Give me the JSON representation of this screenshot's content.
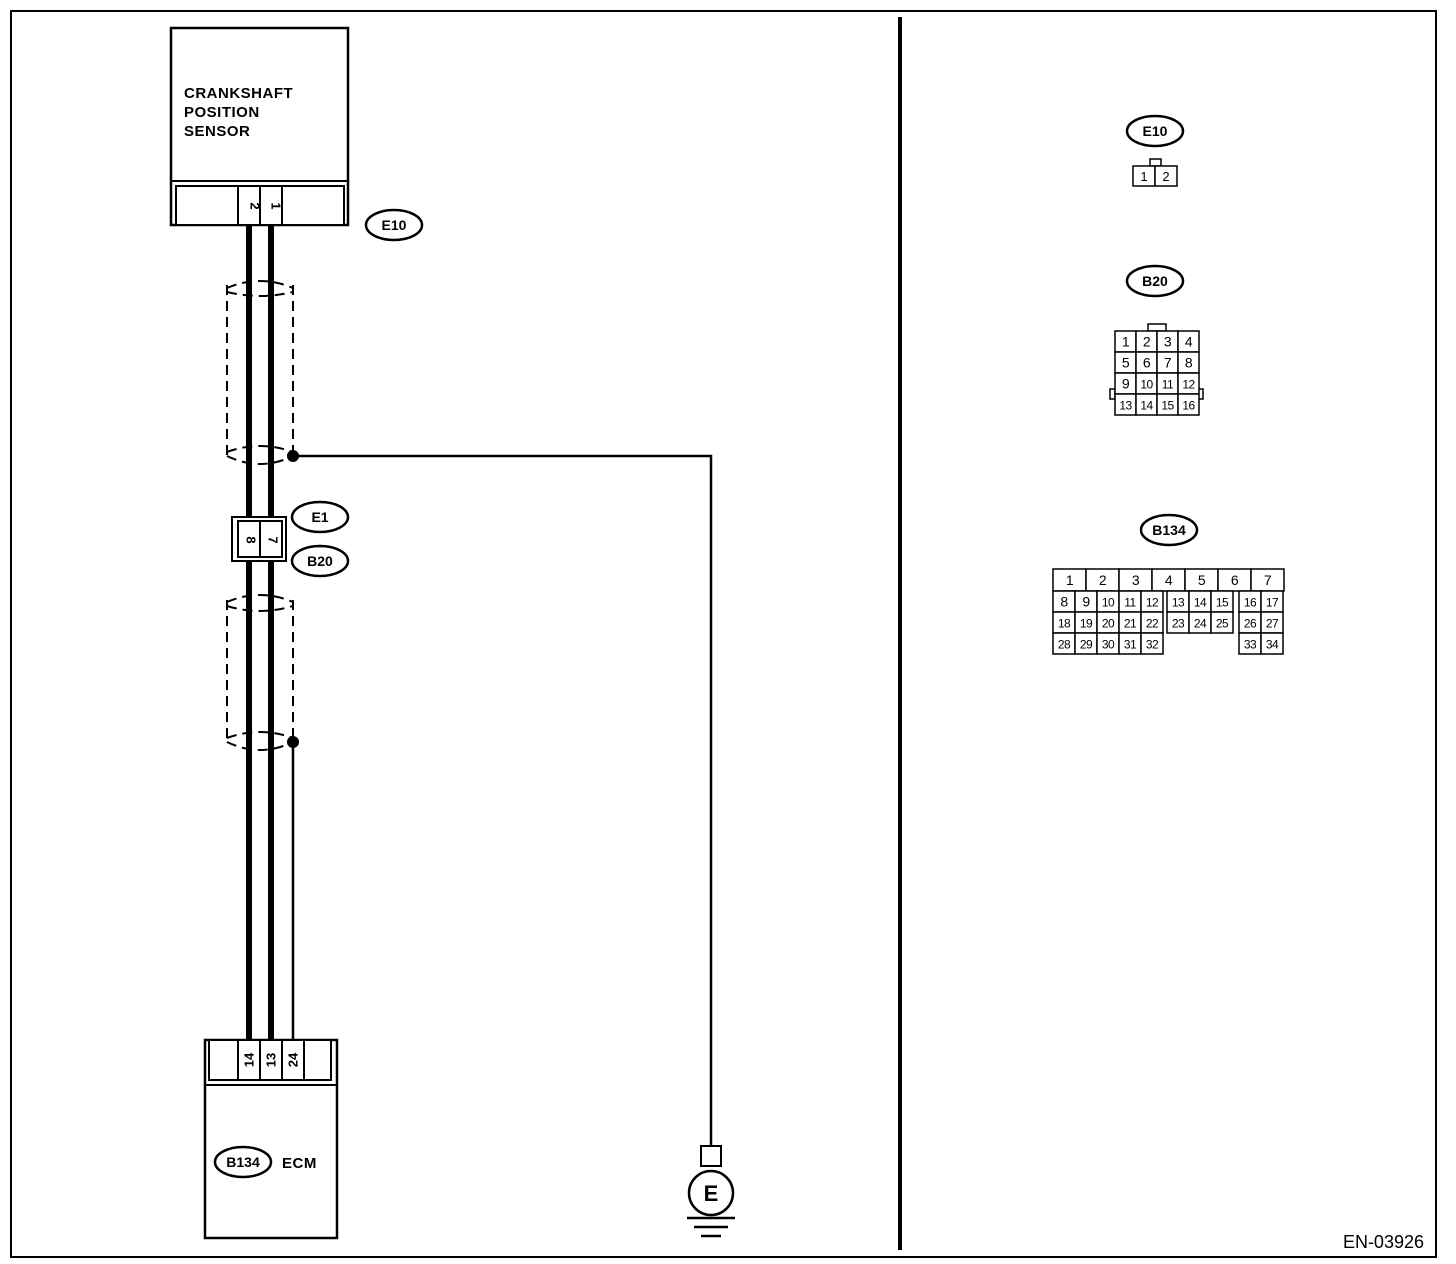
{
  "sensor": {
    "title_lines": [
      "CRANKSHAFT",
      "POSITION",
      "SENSOR"
    ],
    "connector_tag": "E10",
    "pins": [
      "2",
      "1"
    ]
  },
  "joint": {
    "tags": [
      "E1",
      "B20"
    ],
    "pins": [
      "8",
      "7"
    ]
  },
  "ecm": {
    "tag": "B134",
    "label": "ECM",
    "pins": [
      "14",
      "13",
      "24"
    ]
  },
  "ground": {
    "symbol": "E"
  },
  "connector_views": {
    "e10": {
      "tag": "E10",
      "pins": [
        "1",
        "2"
      ]
    },
    "b20": {
      "tag": "B20",
      "rows": [
        [
          "1",
          "2",
          "3",
          "4"
        ],
        [
          "5",
          "6",
          "7",
          "8"
        ],
        [
          "9",
          "10",
          "11",
          "12"
        ],
        [
          "13",
          "14",
          "15",
          "16"
        ]
      ]
    },
    "b134": {
      "tag": "B134",
      "row1": [
        "1",
        "2",
        "3",
        "4",
        "5",
        "6",
        "7"
      ],
      "row2": [
        "8",
        "9",
        "10",
        "11",
        "12",
        "13",
        "14",
        "15",
        "16",
        "17"
      ],
      "row3": [
        "18",
        "19",
        "20",
        "21",
        "22",
        "23",
        "24",
        "25",
        "26",
        "27"
      ],
      "row4a": [
        "28",
        "29",
        "30",
        "31",
        "32"
      ],
      "row4b": [
        "33",
        "34"
      ]
    }
  },
  "diagram_ref": "EN-03926"
}
